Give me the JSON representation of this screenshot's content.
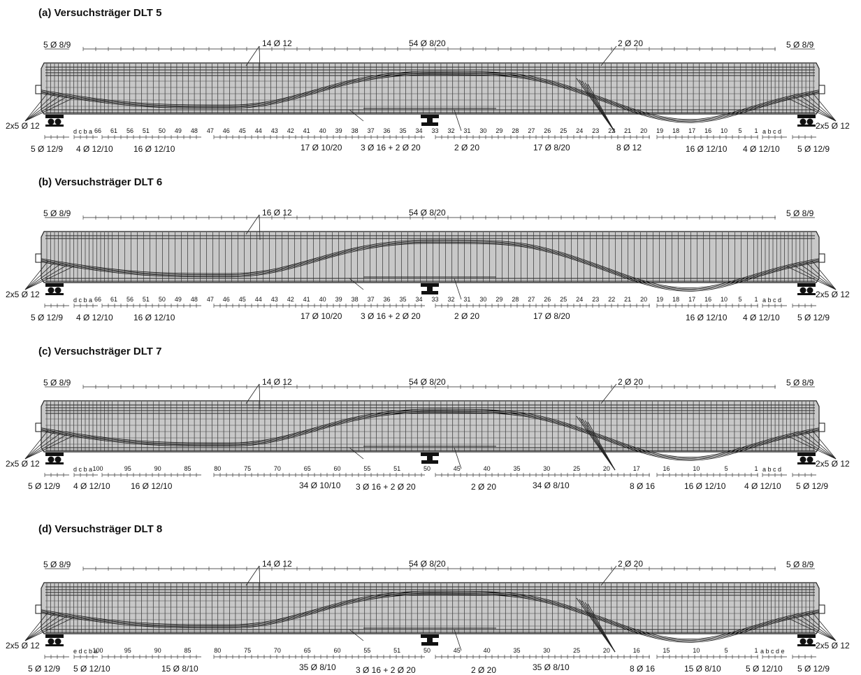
{
  "beams": [
    {
      "title": "(a) Versuchsträger DLT 5",
      "top_left": "5 Ø 8/9",
      "top_long": "14 Ø 12",
      "top_mid": "54 Ø 8/20",
      "top_right_bar": "2 Ø 20",
      "top_right": "5 Ø 8/9",
      "anchor_left": "2x5 Ø 12",
      "anchor_right": "2x5 Ø 12",
      "bottom_labels": [
        "5 Ø 12/9",
        "4 Ø 12/10",
        "16 Ø 12/10",
        "17 Ø 10/20",
        "3 Ø 16 + 2 Ø 20",
        "2 Ø 20",
        "17 Ø 8/20",
        "8 Ø 12",
        "16 Ø 12/10",
        "4 Ø 12/10",
        "5 Ø 12/9"
      ],
      "left_letters": "d c b a",
      "right_letters": "a b c d",
      "stirrup_numbers": [
        "66",
        "61",
        "56",
        "51",
        "50",
        "49",
        "48",
        "47",
        "46",
        "45",
        "44",
        "43",
        "42",
        "41",
        "40",
        "39",
        "38",
        "37",
        "36",
        "35",
        "34",
        "33",
        "32",
        "31",
        "30",
        "29",
        "28",
        "27",
        "26",
        "25",
        "24",
        "23",
        "22",
        "21",
        "20",
        "19",
        "18",
        "17",
        "16",
        "10",
        "5",
        "1"
      ],
      "has_top_bars": true,
      "has_inclined": true
    },
    {
      "title": "(b) Versuchsträger DLT 6",
      "top_left": "5 Ø 8/9",
      "top_long": "16 Ø 12",
      "top_mid": "54 Ø 8/20",
      "top_right_bar": "",
      "top_right": "5 Ø 8/9",
      "anchor_left": "2x5 Ø 12",
      "anchor_right": "2x5 Ø 12",
      "bottom_labels": [
        "5 Ø 12/9",
        "4 Ø 12/10",
        "16 Ø 12/10",
        "17 Ø 10/20",
        "3 Ø 16 + 2 Ø 20",
        "2 Ø 20",
        "17 Ø 8/20",
        "",
        "16 Ø 12/10",
        "4 Ø 12/10",
        "5 Ø 12/9"
      ],
      "left_letters": "d c b a",
      "right_letters": "a b c d",
      "stirrup_numbers": [
        "66",
        "61",
        "56",
        "51",
        "50",
        "49",
        "48",
        "47",
        "46",
        "45",
        "44",
        "43",
        "42",
        "41",
        "40",
        "39",
        "38",
        "37",
        "36",
        "35",
        "34",
        "33",
        "32",
        "31",
        "30",
        "29",
        "28",
        "27",
        "26",
        "25",
        "24",
        "23",
        "22",
        "21",
        "20",
        "19",
        "18",
        "17",
        "16",
        "10",
        "5",
        "1"
      ],
      "has_top_bars": false,
      "has_inclined": false
    },
    {
      "title": "(c) Versuchsträger DLT 7",
      "top_left": "5 Ø 8/9",
      "top_long": "14 Ø 12",
      "top_mid": "54 Ø 8/20",
      "top_right_bar": "2 Ø 20",
      "top_right": "5 Ø 8/9",
      "anchor_left": "2x5 Ø 12",
      "anchor_right": "2x5 Ø 12",
      "bottom_labels": [
        "5 Ø 12/9",
        "4 Ø 12/10",
        "16 Ø 12/10",
        "34 Ø 10/10",
        "3 Ø 16 + 2 Ø 20",
        "2 Ø 20",
        "34 Ø 8/10",
        "8 Ø 16",
        "16 Ø 12/10",
        "4 Ø 12/10",
        "5 Ø 12/9"
      ],
      "left_letters": "d c b a",
      "right_letters": "a b c d",
      "stirrup_numbers": [
        "100",
        "95",
        "90",
        "85",
        "80",
        "75",
        "70",
        "65",
        "60",
        "55",
        "51",
        "50",
        "45",
        "40",
        "35",
        "30",
        "25",
        "20",
        "17",
        "16",
        "10",
        "5",
        "1"
      ],
      "has_top_bars": true,
      "has_inclined": true
    },
    {
      "title": "(d) Versuchsträger DLT 8",
      "top_left": "5 Ø 8/9",
      "top_long": "14 Ø 12",
      "top_mid": "54 Ø 8/20",
      "top_right_bar": "2 Ø 20",
      "top_right": "5 Ø 8/9",
      "anchor_left": "2x5 Ø 12",
      "anchor_right": "2x5 Ø 12",
      "bottom_labels": [
        "5 Ø 12/9",
        "5 Ø 12/10",
        "15 Ø 8/10",
        "35 Ø 8/10",
        "3 Ø 16 + 2 Ø 20",
        "2 Ø 20",
        "35 Ø 8/10",
        "8 Ø 16",
        "15 Ø 8/10",
        "5 Ø 12/10",
        "5 Ø 12/9"
      ],
      "left_letters": "e d c b a",
      "right_letters": "a b c d e",
      "stirrup_numbers": [
        "100",
        "95",
        "90",
        "85",
        "80",
        "75",
        "70",
        "65",
        "60",
        "55",
        "51",
        "50",
        "45",
        "40",
        "35",
        "30",
        "25",
        "20",
        "16",
        "15",
        "10",
        "5",
        "1"
      ],
      "has_top_bars": true,
      "has_inclined": true
    }
  ]
}
